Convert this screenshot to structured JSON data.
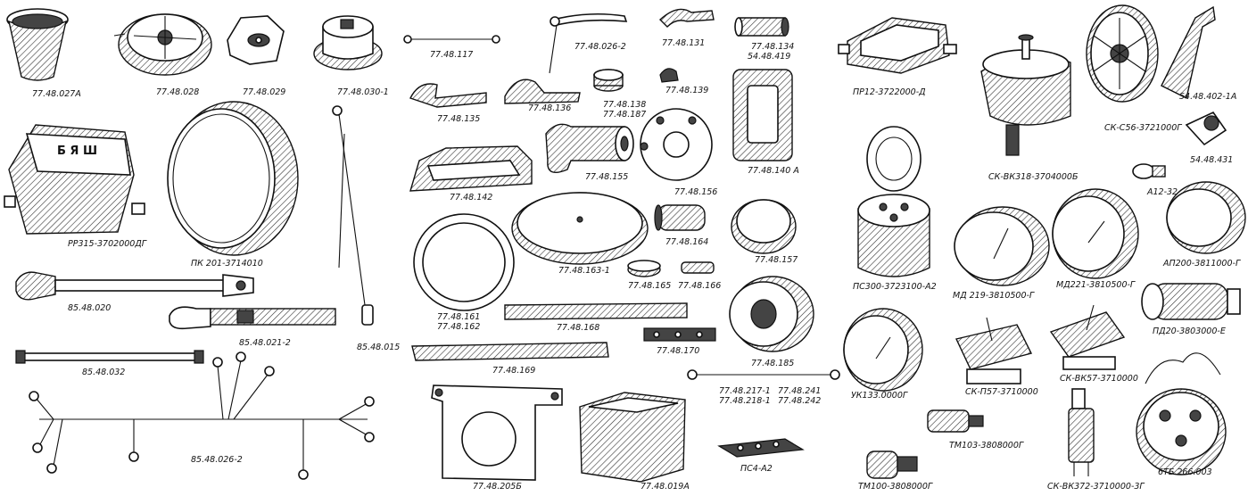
{
  "labels": {
    "p_77_48_027A": "77.48.027А",
    "p_77_48_028": "77.48.028",
    "p_77_48_029": "77.48.029",
    "p_77_48_030_1": "77.48.030-1",
    "p_77_48_117": "77.48.117",
    "p_77_48_026_2": "77.48.026-2",
    "p_77_48_131": "77.48.131",
    "p_77_48_134": "77.48.134",
    "p_54_48_419": "54.48.419",
    "p_pr12": "ПР12-3722000-Д",
    "p_sk_s56": "СК-С56-3721000Г",
    "p_54_48_402_1A": "54.48.402-1А",
    "p_77_48_135": "77.48.135",
    "p_77_48_136": "77.48.136",
    "p_77_48_138": "77.48.138",
    "p_77_48_187": "77.48.187",
    "p_77_48_139": "77.48.139",
    "p_sk_vk318": "СК-ВК318-3704000Б",
    "p_54_48_431": "54.48.431",
    "p_rr315": "РР315-3702000ДГ",
    "p_pk201": "ПК 201-3714010",
    "p_77_48_142": "77.48.142",
    "p_77_48_155": "77.48.155",
    "p_77_48_156": "77.48.156",
    "p_77_48_140A": "77.48.140 А",
    "p_a12_32": "А12-32",
    "p_77_48_164": "77.48.164",
    "p_77_48_157": "77.48.157",
    "p_ap200": "АП200-3811000-Г",
    "p_85_48_020": "85.48.020",
    "p_77_48_163_1": "77.48.163-1",
    "p_77_48_165": "77.48.165",
    "p_77_48_166": "77.48.166",
    "p_ps300": "ПС300-3723100-А2",
    "p_md219": "МД 219-3810500-Г",
    "p_md221": "МД221-3810500-Г",
    "p_85_48_021_2": "85.48.021-2",
    "p_85_48_015": "85.48.015",
    "p_77_48_161": "77.48.161",
    "p_77_48_162": "77.48.162",
    "p_77_48_168": "77.48.168",
    "p_pd20": "ПД20-3803000-Е",
    "p_85_48_032": "85.48.032",
    "p_77_48_170": "77.48.170",
    "p_77_48_169": "77.48.169",
    "p_77_48_185": "77.48.185",
    "p_uk133": "УК133.0000Г",
    "p_sk_p57": "СК-П57-3710000",
    "p_sk_vk57": "СК-ВК57-3710000",
    "p_77_48_217_1": "77.48.217-1",
    "p_77_48_218_1": "77.48.218-1",
    "p_77_48_241": "77.48.241",
    "p_77_48_242": "77.48.242",
    "p_85_48_026_2": "85.48.026-2",
    "p_tm103": "ТМ103-3808000Г",
    "p_ps4_a2": "ПС4-А2",
    "p_77_48_205B": "77.48.205Б",
    "p_77_48_019A": "77.48.019А",
    "p_tm100": "ТМ100-3808000Г",
    "p_sk_vk372": "СК-ВК372-3710000-3Г",
    "p_6tb": "6ТБ.266.003",
    "regulator_letters": "Б Я Ш"
  }
}
